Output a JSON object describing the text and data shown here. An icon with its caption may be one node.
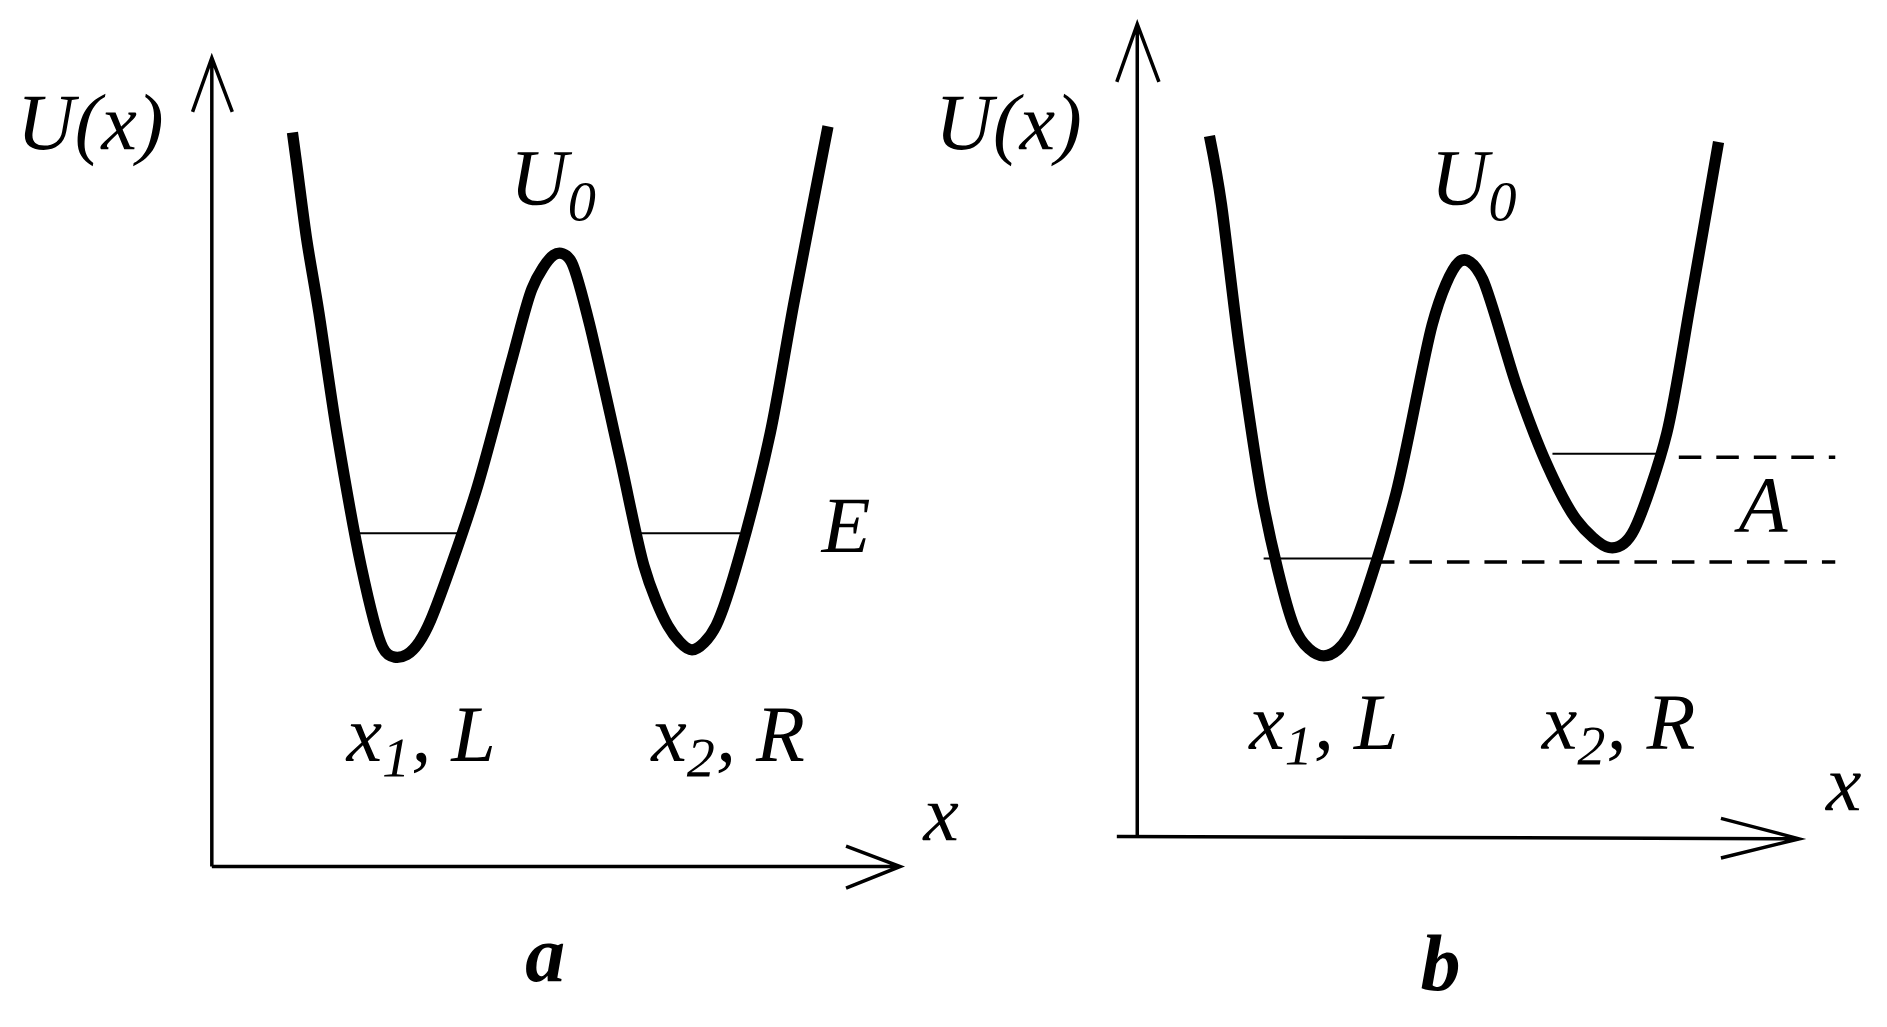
{
  "diagram": {
    "labels": [
      "U(x)",
      "U$_{0}$",
      "E",
      "x$_{1}$, L",
      "x$_{2}$, R",
      "x",
      "a",
      "U(x)",
      "U$_{0}$",
      "A",
      "x$_{1}$, L",
      "x$_{2}$, R",
      "x",
      "b"
    ]
  }
}
